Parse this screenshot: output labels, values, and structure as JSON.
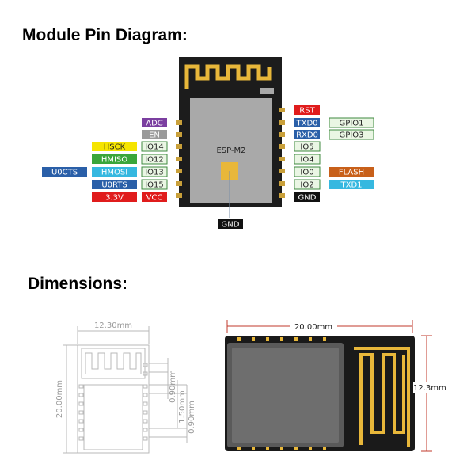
{
  "headings": {
    "pin_diagram": "Module Pin Diagram:",
    "dimensions": "Dimensions:"
  },
  "module": {
    "name": "ESP-M2",
    "bottom_pad": "GND"
  },
  "left_pins": [
    {
      "pin": "",
      "func1": "ADC",
      "func1_color": "#7b3fa0"
    },
    {
      "pin": "",
      "func1": "EN",
      "func1_color": "#9a9a9a"
    },
    {
      "pin": "IO14",
      "func1": "HSCK",
      "func1_color": "#f5e400"
    },
    {
      "pin": "IO12",
      "func1": "HMISO",
      "func1_color": "#3aa63a"
    },
    {
      "pin": "IO13",
      "func1": "HMOSI",
      "func1_color": "#36b8e0",
      "func2": "U0CTS",
      "func2_color": "#2a5fa8"
    },
    {
      "pin": "IO15",
      "func1": "U0RTS",
      "func1_color": "#2a5fa8"
    },
    {
      "pin": "VCC",
      "func1": "3.3V",
      "func1_color": "#e01c1c",
      "pin_color": "#e01c1c"
    }
  ],
  "right_pins": [
    {
      "pin": "RST",
      "pin_color": "#e01c1c"
    },
    {
      "pin": "TXD0",
      "pin_color": "#2a5fa8",
      "func1": "GPIO1"
    },
    {
      "pin": "RXD0",
      "pin_color": "#2a5fa8",
      "func1": "GPIO3"
    },
    {
      "pin": "IO5"
    },
    {
      "pin": "IO4"
    },
    {
      "pin": "IO0",
      "func1": "FLASH",
      "func1_color": "#c8601a"
    },
    {
      "pin": "IO2",
      "func1": "TXD1",
      "func1_color": "#36b8e0"
    },
    {
      "pin": "GND",
      "pin_color": "#111111"
    }
  ],
  "drawing": {
    "width_label": "12.30mm",
    "height_label": "20.00mm",
    "dim1": "0.90mm",
    "dim2": "1.50mm",
    "dim3": "0.90mm"
  },
  "photo": {
    "width_label": "20.00mm",
    "height_label": "12.3mm"
  },
  "colors": {
    "board": "#1c1c1c",
    "shield": "#a9a9a9",
    "antenna": "#e8b73a",
    "pin_fill": "#eaf6e4",
    "pin_border": "#3f8a3f",
    "dim_red": "#c0392b"
  }
}
